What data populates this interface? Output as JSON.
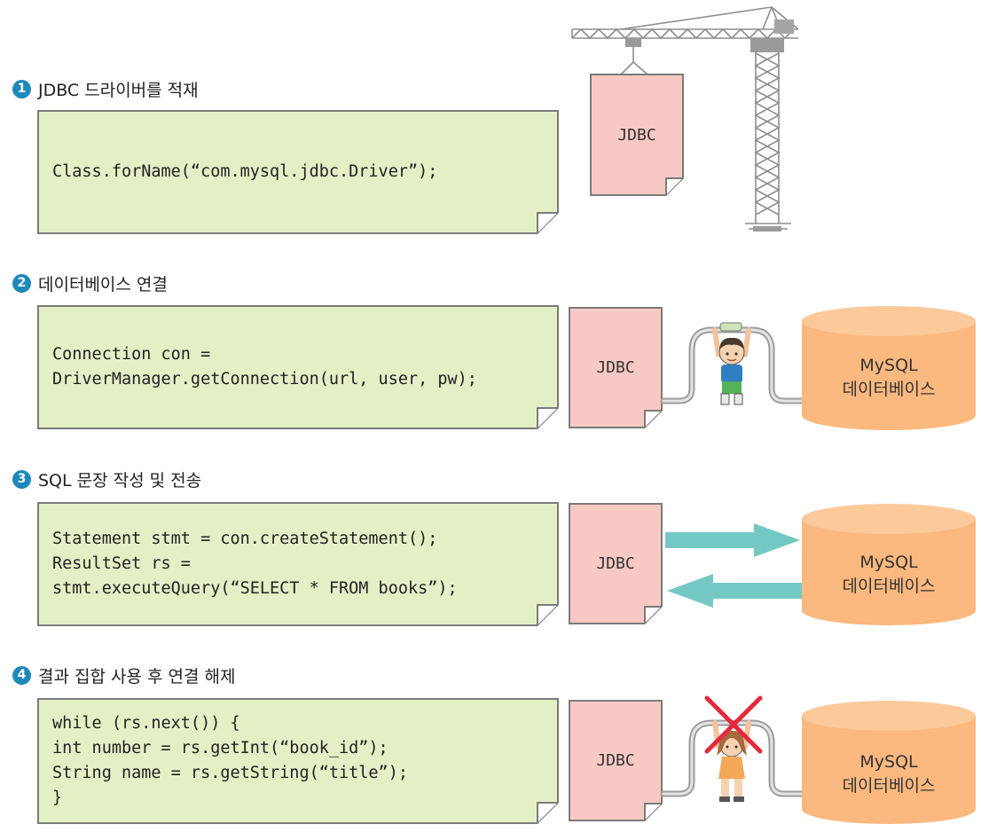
{
  "steps": [
    {
      "number": "1",
      "title": "JDBC 드라이버를 적재",
      "code": [
        "Class.forName(“com.mysql.jdbc.Driver”);"
      ],
      "doc_label": "JDBC"
    },
    {
      "number": "2",
      "title": "데이터베이스 연결",
      "code": [
        "Connection con =",
        "DriverManager.getConnection(url, user, pw);"
      ],
      "doc_label": "JDBC",
      "db_label": [
        "MySQL",
        "데이터베이스"
      ]
    },
    {
      "number": "3",
      "title": "SQL 문장 작성 및 전송",
      "code": [
        "Statement stmt = con.createStatement();",
        "ResultSet rs =",
        "stmt.executeQuery(“SELECT * FROM books”);"
      ],
      "doc_label": "JDBC",
      "db_label": [
        "MySQL",
        "데이터베이스"
      ]
    },
    {
      "number": "4",
      "title": "결과 집합 사용 후 연결 해제",
      "code": [
        "while (rs.next()) {",
        "int number = rs.getInt(“book_id”);",
        "String name = rs.getString(“title”);",
        "}"
      ],
      "doc_label": "JDBC",
      "db_label": [
        "MySQL",
        "데이터베이스"
      ]
    }
  ],
  "colors": {
    "code_bg": "#e4efc6",
    "doc_bg": "#f8c9c4",
    "db_fill": "#fbb87f",
    "db_top": "#fcc99b",
    "arrow": "#74c8c4",
    "badge": "#1f88ba",
    "cross": "#e5283c"
  }
}
